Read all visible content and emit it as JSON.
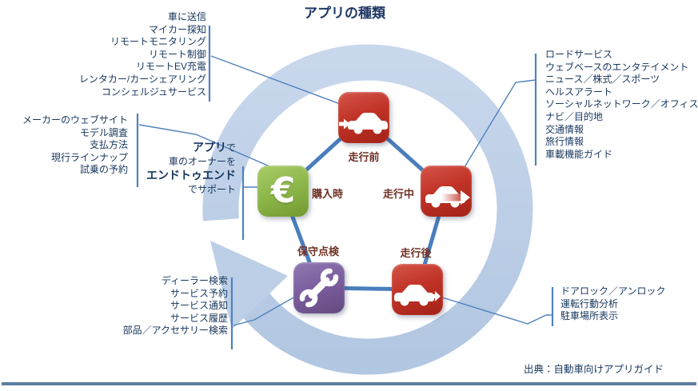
{
  "title": "アプリの種類",
  "source": "出典：自動車向けアプリガイド",
  "center_message": {
    "line1_bold": "アプリ",
    "line1_rest": "で",
    "line2": "車のオーナーを",
    "line3": "エンドトゥエンド",
    "line4": "でサポート"
  },
  "nodes": [
    {
      "id": "pre-drive",
      "label": "走行前",
      "icon": "car-arrow-in-icon",
      "color": "#c13327"
    },
    {
      "id": "driving",
      "label": "走行中",
      "icon": "car-arrow-right-icon",
      "color": "#c13327"
    },
    {
      "id": "post-drive",
      "label": "走行後",
      "icon": "car-arrow-out-icon",
      "color": "#c13327"
    },
    {
      "id": "maintenance",
      "label": "保守点検",
      "icon": "wrench-icon",
      "color": "#7c5fa0"
    },
    {
      "id": "purchase",
      "label": "購入時",
      "icon": "euro-icon",
      "color": "#8fb94d"
    }
  ],
  "lists": {
    "pre_drive": [
      "車に送信",
      "マイカー探知",
      "リモートモニタリング",
      "リモート制御",
      "リモートEV充電",
      "レンタカー/カーシェアリング",
      "コンシェルジュサービス"
    ],
    "purchase": [
      "メーカーのウェブサイト",
      "モデル調査",
      "支払方法",
      "現行ラインナップ",
      "試乗の予約"
    ],
    "driving": [
      "ロードサービス",
      "ウェブベースのエンタテイメント",
      "ニュース／株式／スポーツ",
      "ヘルスアラート",
      "ソーシャルネットワーク／オフィス",
      "ナビ／目的地",
      "交通情報",
      "旅行情報",
      "車載機能ガイド"
    ],
    "maintenance": [
      "ディーラー検索",
      "サービス予約",
      "サービス通知",
      "サービス履歴",
      "部品／アクセサリー検索"
    ],
    "post_drive": [
      "ドアロック／アンロック",
      "運転行動分析",
      "駐車場所表示"
    ]
  },
  "colors": {
    "title_text": "#1f3864",
    "list_text": "#17365d",
    "node_label_text": "#6f3024",
    "pentagon_line": "#4a7ebc",
    "connector_line": "#4f81bd",
    "cycle_ring": "#becfe6",
    "bottom_bar": "#5d7e9e",
    "node_red": "#c13327",
    "node_green": "#8fb94d",
    "node_purple": "#7c5fa0"
  }
}
